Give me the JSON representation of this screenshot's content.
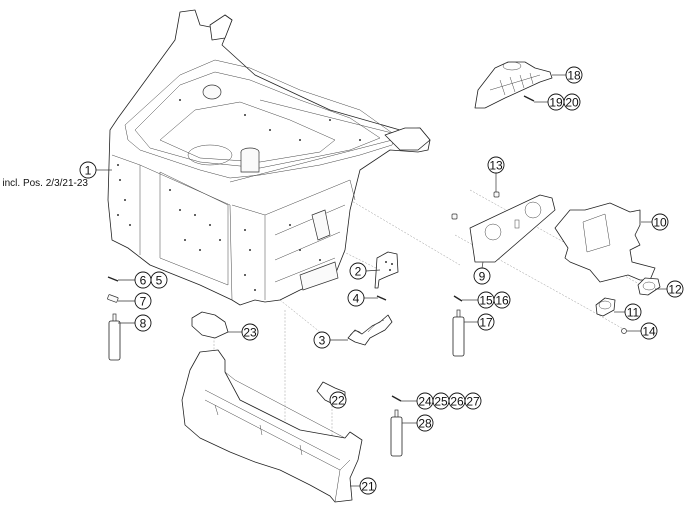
{
  "diagram": {
    "type": "exploded-parts-view",
    "note": "incl. Pos. 2/3/21-23",
    "callouts": [
      {
        "id": "1",
        "labels": [
          "1"
        ],
        "part": "main-frame"
      },
      {
        "id": "2",
        "labels": [
          "2"
        ],
        "part": "bracket-upper"
      },
      {
        "id": "3",
        "labels": [
          "3"
        ],
        "part": "bracket-lower"
      },
      {
        "id": "4",
        "labels": [
          "4"
        ],
        "part": "bolt"
      },
      {
        "id": "5-6",
        "labels": [
          "6",
          "5"
        ],
        "part": "bolt"
      },
      {
        "id": "7",
        "labels": [
          "7"
        ],
        "part": "stud"
      },
      {
        "id": "8",
        "labels": [
          "8"
        ],
        "part": "damper"
      },
      {
        "id": "9",
        "labels": [
          "9"
        ],
        "part": "mounting-plate"
      },
      {
        "id": "10",
        "labels": [
          "10"
        ],
        "part": "cover-plate"
      },
      {
        "id": "11",
        "labels": [
          "11"
        ],
        "part": "cap"
      },
      {
        "id": "12",
        "labels": [
          "12"
        ],
        "part": "cap"
      },
      {
        "id": "13",
        "labels": [
          "13"
        ],
        "part": "screw"
      },
      {
        "id": "14",
        "labels": [
          "14"
        ],
        "part": "nut"
      },
      {
        "id": "15-16",
        "labels": [
          "15",
          "16"
        ],
        "part": "bolt"
      },
      {
        "id": "17",
        "labels": [
          "17"
        ],
        "part": "damper"
      },
      {
        "id": "18",
        "labels": [
          "18"
        ],
        "part": "bracket-top"
      },
      {
        "id": "19-20",
        "labels": [
          "19",
          "20"
        ],
        "part": "screw"
      },
      {
        "id": "21",
        "labels": [
          "21"
        ],
        "part": "crossmember"
      },
      {
        "id": "22",
        "labels": [
          "22"
        ],
        "part": "bracket-mid"
      },
      {
        "id": "23",
        "labels": [
          "23"
        ],
        "part": "bracket-plate"
      },
      {
        "id": "24-27",
        "labels": [
          "24",
          "25",
          "26",
          "27"
        ],
        "part": "bolt"
      },
      {
        "id": "28",
        "labels": [
          "28"
        ],
        "part": "damper"
      }
    ]
  }
}
